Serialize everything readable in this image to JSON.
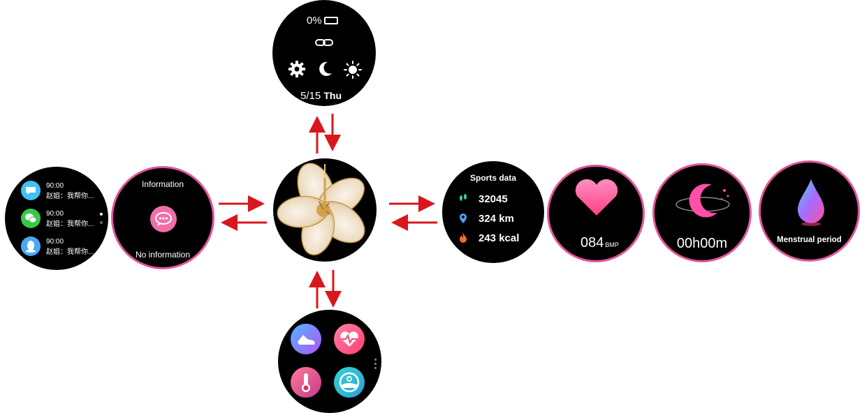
{
  "top_panel": {
    "battery_text": "0%",
    "date_text": "5/15",
    "day_text": "Thu",
    "icons": [
      "battery-icon",
      "link-icon",
      "gear-icon",
      "moon-icon",
      "sun-icon"
    ]
  },
  "messages_panel": {
    "items": [
      {
        "time": "90:00",
        "text": "赵姐：我帮你...",
        "icon": "message-icon",
        "color": "#3fc3f4"
      },
      {
        "time": "90:00",
        "text": "赵姐：我帮你...",
        "icon": "wechat-icon",
        "color": "#38c94b"
      },
      {
        "time": "90:00",
        "text": "赵姐：我帮你...",
        "icon": "qq-icon",
        "color": "#4aa9f5"
      }
    ]
  },
  "info_panel": {
    "title": "Information",
    "empty_text": "No information",
    "accent": "#f06fa8"
  },
  "sports_panel": {
    "title": "Sports data",
    "rows": [
      {
        "icon": "steps-icon",
        "value": "32045",
        "color": "#30d0b0"
      },
      {
        "icon": "location-icon",
        "value": "324 km",
        "color": "#4aa3f5"
      },
      {
        "icon": "flame-icon",
        "value": "243 kcal",
        "color": "#ff6a2a"
      }
    ]
  },
  "heart_panel": {
    "value": "084",
    "unit": "BMP",
    "color": "#ff5fa0"
  },
  "sleep_panel": {
    "value": "00h00m",
    "color": "#ff4fa8"
  },
  "period_panel": {
    "label": "Menstrual period"
  },
  "apps_panel": {
    "apps": [
      "running-shoe-icon",
      "heart-rate-icon",
      "thermometer-icon",
      "blood-oxygen-icon"
    ]
  },
  "colors": {
    "arrow": "#d9161c",
    "ring": "#e2559a"
  }
}
